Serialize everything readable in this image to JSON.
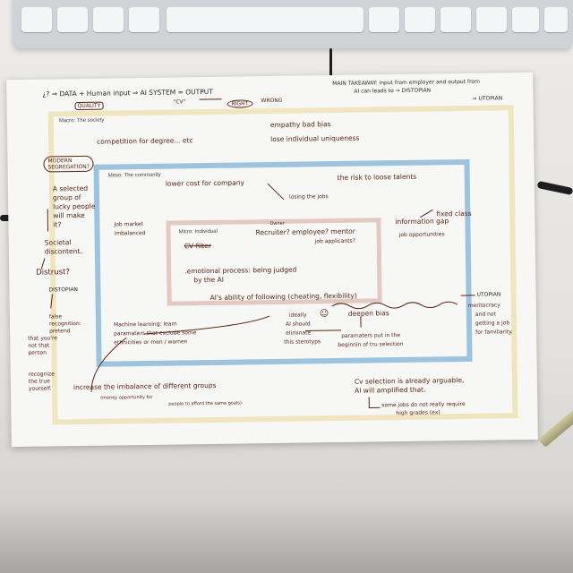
{
  "scene": {
    "description_labels": {
      "macro_frame": "Macro: The society",
      "meso_frame": "Meso: The community",
      "micro_frame": "Micro: Individual"
    }
  },
  "notes": {
    "top_formula": "¿? ⇒ DATA + Human input ⇒ AI SYSTEM = OUTPUT",
    "quality": "QUALITY",
    "cv": "\"CV\"",
    "right": "RIGHT",
    "wrong": "WRONG",
    "main_takeaway_1": "MAIN TAKEAWAY: input from employer and output from",
    "main_takeaway_2": "AI can leads to ⇒ DISTOPIAN",
    "main_takeaway_3": "⇒ UTOPIAN",
    "competition": "competition for degree... etc",
    "empathy_bias": "empathy bad bias",
    "uniqueness": "lose individual uniqueness",
    "modern_segregation_1": "MODERN",
    "modern_segregation_2": "SEGREGATION?",
    "selected_group": [
      "A selected",
      "group of",
      "lucky people",
      "will make",
      "it?"
    ],
    "societal": [
      "Societal",
      "discontent."
    ],
    "distrust": "Distrust?",
    "distopian_left": "DISTOPIAN",
    "false_recognition": [
      "false",
      "recognition:",
      "pretend",
      "that you're",
      "not that",
      "person"
    ],
    "recognize": [
      "recognize",
      "the true",
      "yourself."
    ],
    "lower_cost": "lower cost for company",
    "losing_jobs": "losing the jobs",
    "risk_talents": "the risk to loose talents",
    "job_market": [
      "Job market",
      "imbalanced"
    ],
    "owner": "Owner",
    "recruiter": "Recruiter? employee? mentor",
    "job_applicants": "job applicants?",
    "cv_filter": "CV filter",
    "information_gap": "information gap",
    "fixed_class": "fixed class",
    "job_opportunities": "job opportunities",
    "emotional_1": ".emotional process: being judged",
    "emotional_2": "by the AI",
    "ability_following": "AI's ability of following (cheating, flexibility)",
    "machine_learning": [
      "Machine learning: learn",
      "paramaters that exclude some",
      "ethnicities or men / women"
    ],
    "ideally": [
      "ideally",
      "AI should",
      "eliminate",
      "this sterotyps"
    ],
    "smile": "☺",
    "deepen_bias": "deepen bias",
    "parameters": [
      "paramaters put in the",
      "beginnin of tru selection"
    ],
    "utopian_right": "UTOPIAN",
    "meritocracy": [
      "meritocracy",
      "and not",
      "getting a job",
      "for familiarity."
    ],
    "increase_imbalance": "increase the imbalance of different groups",
    "money_opportunity": [
      "(money opportunity for",
      "people to afford the same goals)"
    ],
    "cv_selection": [
      "Cv selection is already arguable,",
      "AI will amplified that."
    ],
    "some_jobs": [
      "some jobs do not really require",
      "high grades (ex)"
    ]
  },
  "colors": {
    "ink": "#5a2412",
    "macro_frame": "#efe6bf",
    "meso_frame": "#9dc3de",
    "micro_frame": "#e2c9c2",
    "paper": "#f7f7f5"
  }
}
